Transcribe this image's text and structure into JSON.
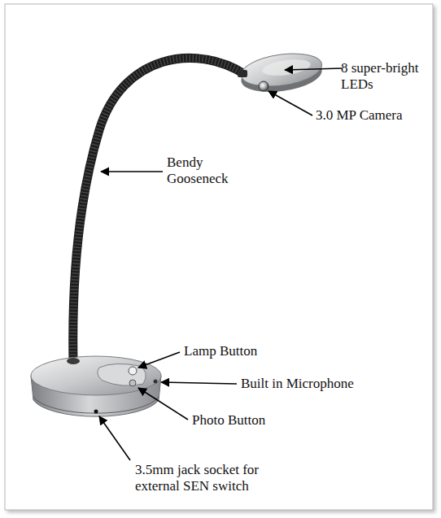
{
  "diagram": {
    "labels": [
      "8 super-bright LEDs",
      "3.0 MP Camera",
      "Bendy Gooseneck",
      "Lamp Button",
      "Built in Microphone",
      "Photo Button",
      "3.5mm jack socket for external SEN switch"
    ]
  }
}
